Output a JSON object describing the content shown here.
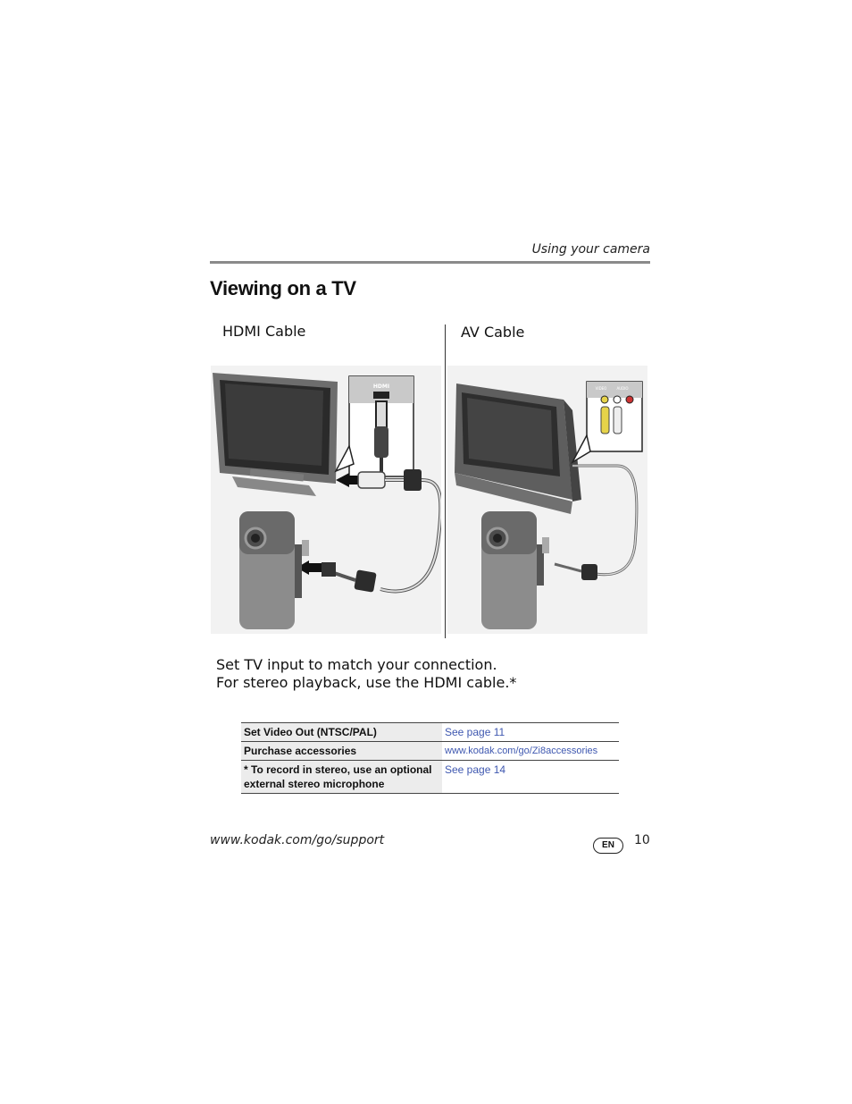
{
  "header": {
    "section": "Using your camera"
  },
  "page_title": "Viewing on a TV",
  "panels": {
    "hdmi_label": "HDMI Cable",
    "av_label": "AV Cable",
    "hdmi_port_label": "HDMI",
    "av_port_labels": [
      "VIDEO",
      "AUDIO"
    ]
  },
  "caption": {
    "line1": "Set TV input to match your connection.",
    "line2": "For stereo playback, use the HDMI cable.*"
  },
  "links_table": {
    "rows": [
      {
        "label": "Set Video Out (NTSC/PAL)",
        "value": "See page 11"
      },
      {
        "label": "Purchase accessories",
        "value": "www.kodak.com/go/Zi8accessories"
      },
      {
        "label": "* To record in stereo, use an optional external stereo microphone",
        "value": "See page 14"
      }
    ]
  },
  "footer": {
    "url": "www.kodak.com/go/support",
    "lang_badge": "EN",
    "page_number": "10"
  }
}
